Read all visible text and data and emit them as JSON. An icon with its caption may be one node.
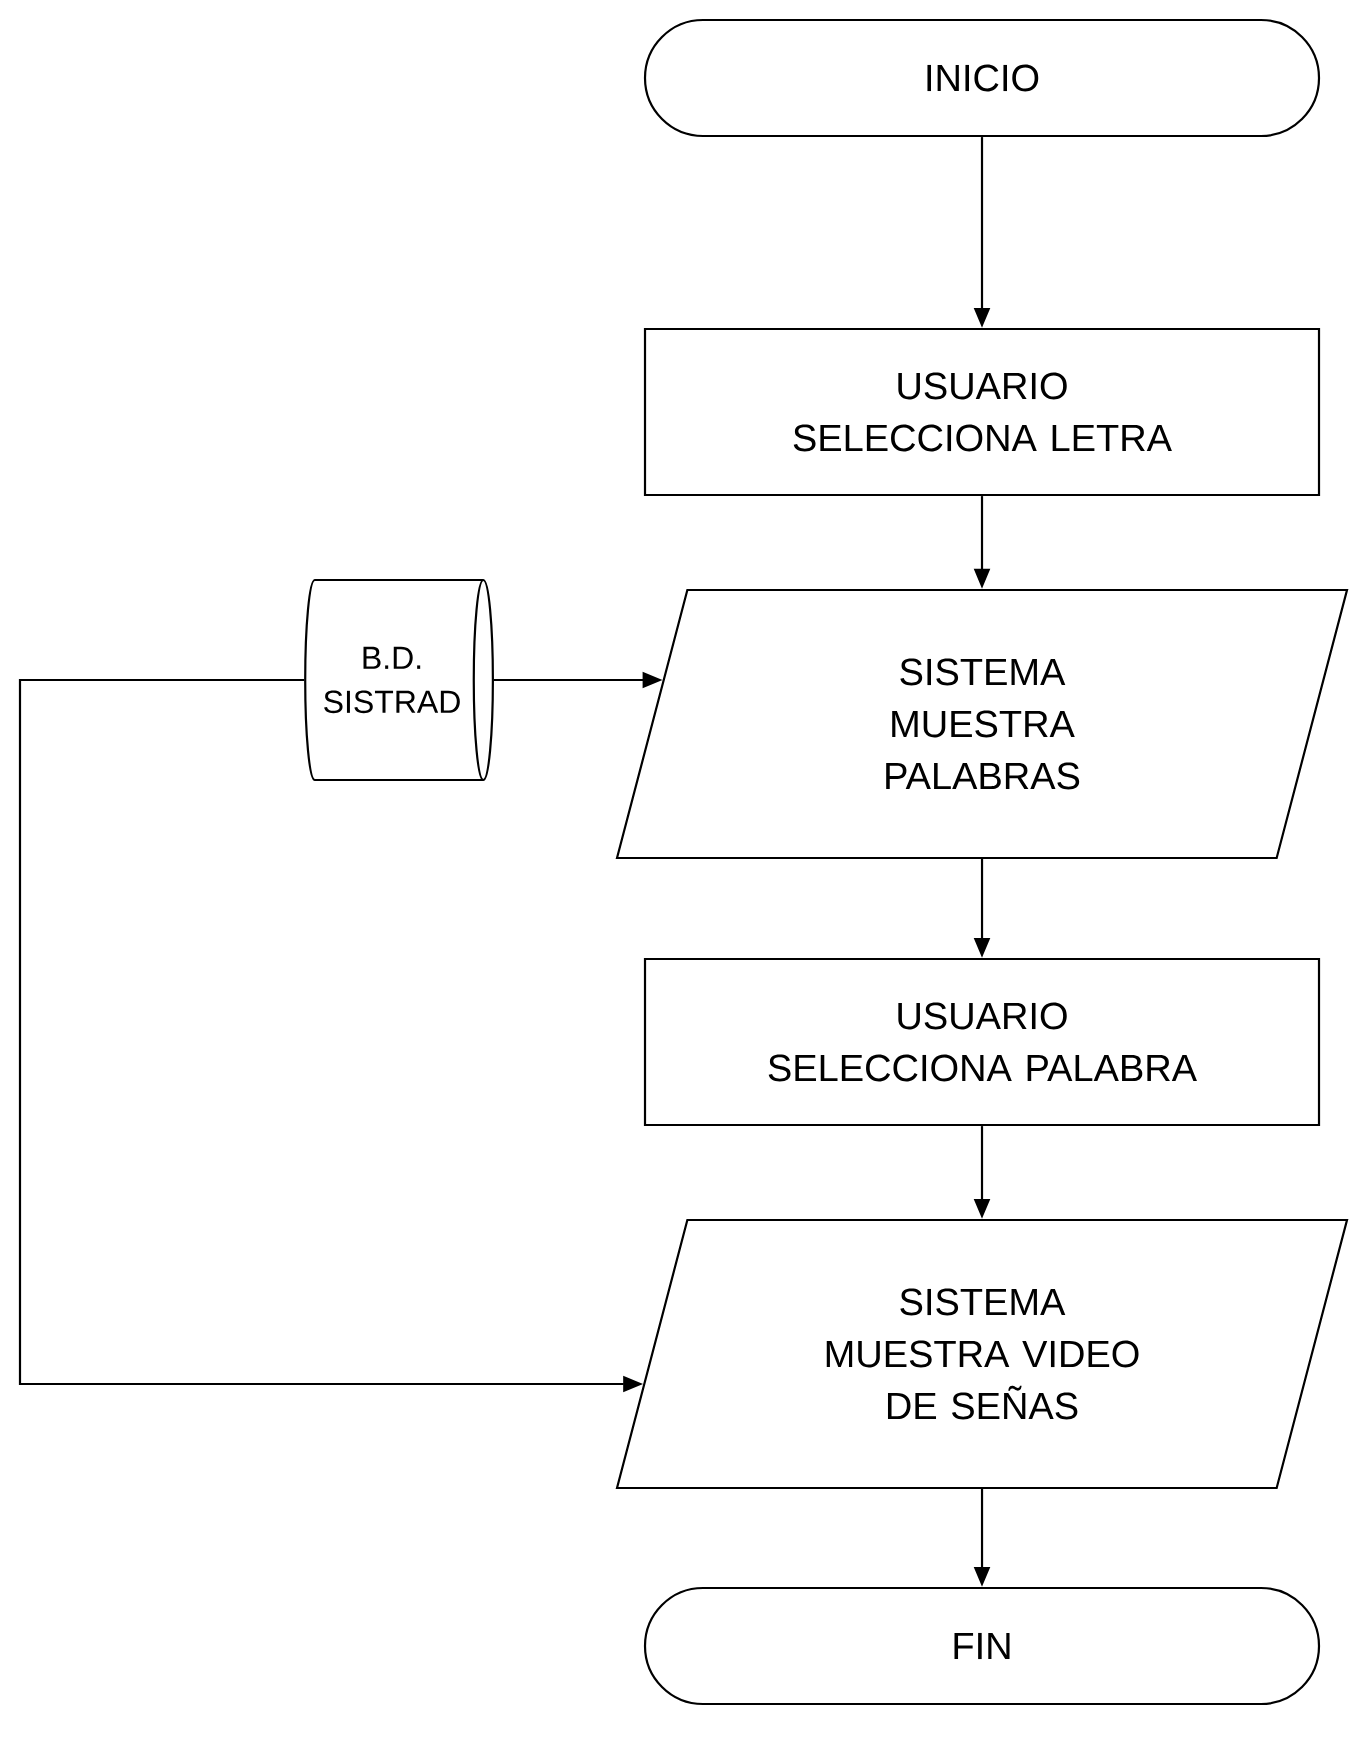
{
  "diagram": {
    "nodes": [
      {
        "text": [
          "INICIO"
        ]
      },
      {
        "text": [
          "USUARIO SELECCIONA LETRA"
        ]
      },
      {
        "text": [
          "SISTEMA MUESTRA PALABRAS"
        ]
      },
      {
        "text": [
          "B.D. SISTRAD"
        ]
      },
      {
        "text": [
          "USUARIO SELECCIONA PALABRA"
        ]
      },
      {
        "text": [
          "SISTEMA MUESTRA VIDEO DE SEÑAS"
        ]
      },
      {
        "text": [
          "FIN"
        ]
      }
    ],
    "edges": [
      {
        "from": 0,
        "to": 1,
        "arrow": "to"
      },
      {
        "from": 1,
        "to": 2,
        "arrow": "to"
      },
      {
        "from": 3,
        "to": 2,
        "arrow": "to"
      },
      {
        "from": 2,
        "to": 4,
        "arrow": "to"
      },
      {
        "from": 4,
        "to": 5,
        "arrow": "to"
      },
      {
        "from": 3,
        "to": 5,
        "arrow": "to"
      },
      {
        "from": 5,
        "to": 6,
        "arrow": "to"
      }
    ]
  }
}
